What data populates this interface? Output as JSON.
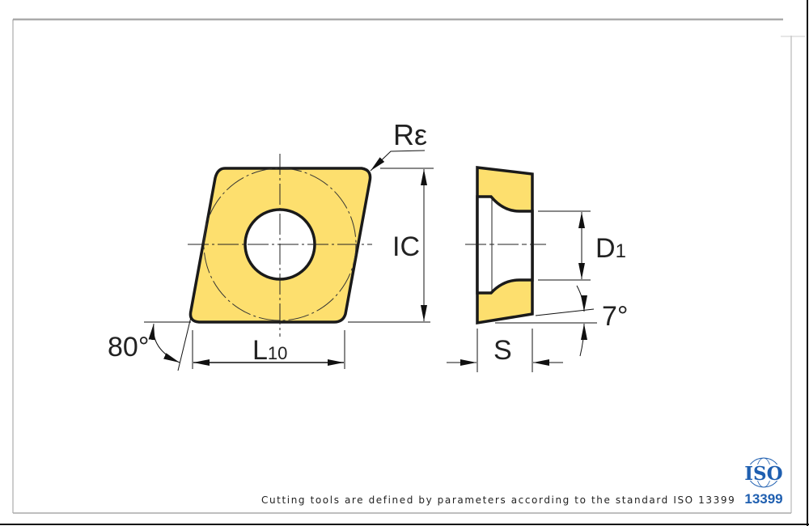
{
  "labels": {
    "radius": "Rε",
    "inscribed_circle": "IC",
    "length_main": "L",
    "length_sub": "10",
    "angle_corner": "80°",
    "hole_diameter_main": "D",
    "hole_diameter_sub": "1",
    "clearance_angle": "7°",
    "thickness": "S"
  },
  "footer": {
    "text": "Cutting tools are defined by parameters according to the standard ISO 13399"
  },
  "logo": {
    "top": "ISO",
    "bottom": "13399"
  },
  "colors": {
    "insert_fill": "#fddf6e",
    "outline": "#1a1a1a",
    "logo_blue": "#1f5fb0"
  }
}
